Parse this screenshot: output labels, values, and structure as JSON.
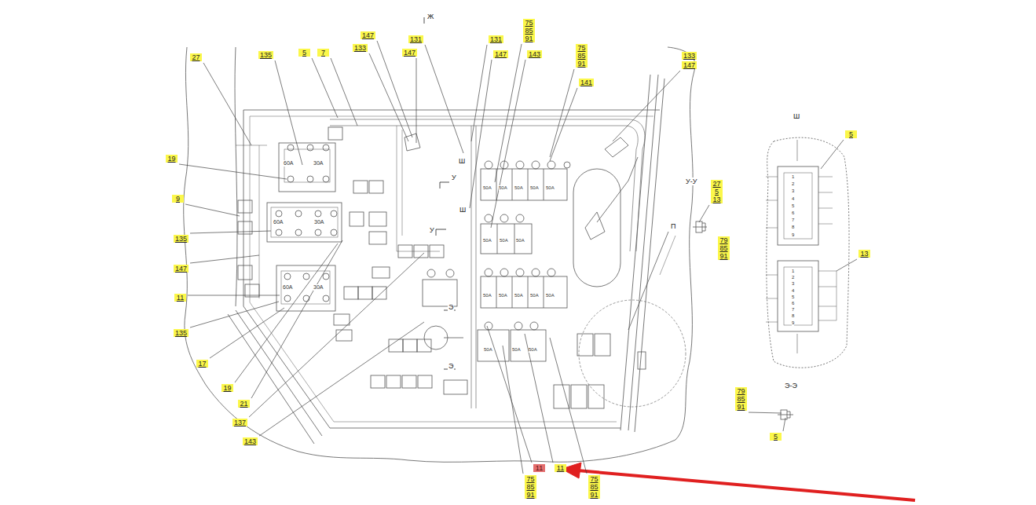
{
  "diagram": {
    "labels": [
      "Ж",
      "27",
      "135",
      "5",
      "7",
      "147",
      "133",
      "131",
      "147",
      "131",
      "147",
      "143",
      "75",
      "85",
      "91",
      "75",
      "85",
      "91",
      "141",
      "133",
      "147",
      "19",
      "9",
      "135",
      "147",
      "11",
      "135",
      "17",
      "19",
      "21",
      "137",
      "143",
      "У-У",
      "27",
      "5",
      "13",
      "79",
      "85",
      "91",
      "Ш",
      "5",
      "13",
      "Э-Э",
      "79",
      "85",
      "91",
      "5",
      "11",
      "11",
      "75",
      "85",
      "91",
      "75",
      "85",
      "91",
      "П",
      "60A",
      "30A",
      "60A",
      "30A",
      "60A",
      "30A",
      "У",
      "У",
      "Ш",
      "Ш",
      "Э",
      "Э",
      "50A",
      "50A",
      "50A",
      "50A",
      "50A",
      "50A",
      "50A",
      "50A",
      "50A",
      "50A",
      "50A",
      "50A",
      "50A",
      "50A",
      "50A",
      "50A",
      "1",
      "2",
      "3",
      "4",
      "5",
      "6",
      "7",
      "8",
      "9",
      "1",
      "2",
      "3",
      "4",
      "5",
      "6",
      "7",
      "8",
      "9"
    ]
  }
}
